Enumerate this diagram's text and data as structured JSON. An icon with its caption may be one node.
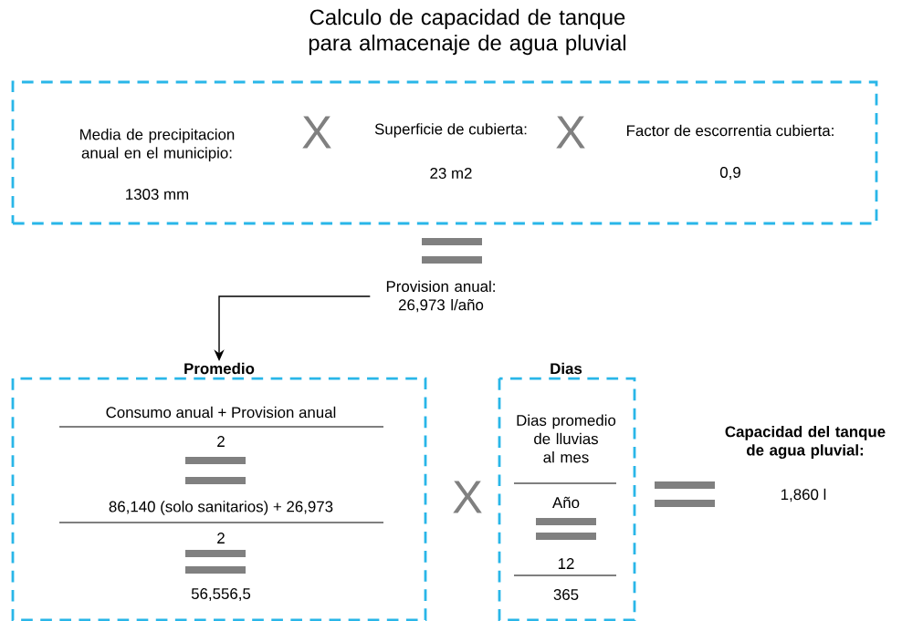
{
  "diagram": {
    "title": "Calculo de capacidad de tanque para almacenaje de agua pluvial",
    "nodes": [
      {
        "text": [],
        "shape": "box"
      },
      {
        "text": [
          "Media de precipitacion anual en el municipio:",
          "1303 mm"
        ],
        "in": 0
      },
      {
        "text": [
          "Superficie de cubierta:",
          "23 m2"
        ],
        "in": 0
      },
      {
        "text": [
          "Factor de escorrentia cubierta:",
          "0,9"
        ],
        "in": 0
      },
      {
        "text": [
          "Provision anual: 26,973 l/año"
        ]
      },
      {
        "text": [
          "Promedio",
          "Consumo anual + Provision anual",
          "2",
          "86,140 (solo sanitarios) + 26,973",
          "2",
          "56,556,5"
        ]
      },
      {
        "text": [
          "Dias",
          "Dias promedio de lluvias al mes",
          "Año",
          "12",
          "365"
        ]
      },
      {
        "text": [
          "Capacidad del tanque de agua pluvial:",
          "1,860 l"
        ]
      }
    ],
    "edges": [
      {
        "from": 4,
        "to": 5,
        "arrow": "to"
      }
    ],
    "labels": [
      "X",
      "X",
      "X"
    ]
  }
}
